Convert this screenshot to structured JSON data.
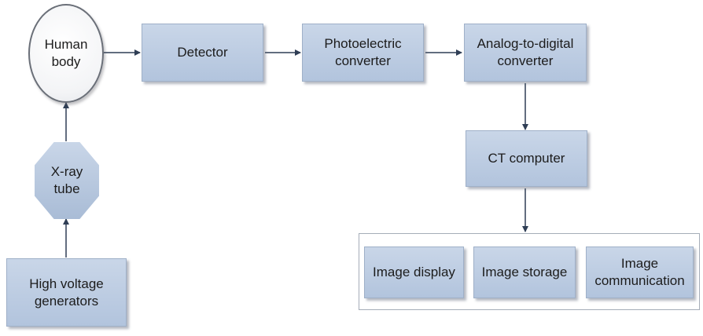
{
  "nodes": {
    "human_body": "Human\nbody",
    "detector": "Detector",
    "photoelectric": "Photoelectric\nconverter",
    "adc": "Analog-to-digital\nconverter",
    "ct_computer": "CT computer",
    "xray_tube": "X-ray\ntube",
    "hv_generators": "High voltage\ngenerators",
    "image_display": "Image display",
    "image_storage": "Image storage",
    "image_communication": "Image\ncommunication"
  },
  "colors": {
    "box_fill": "#b8c8df",
    "arrow": "#2f3e55"
  }
}
